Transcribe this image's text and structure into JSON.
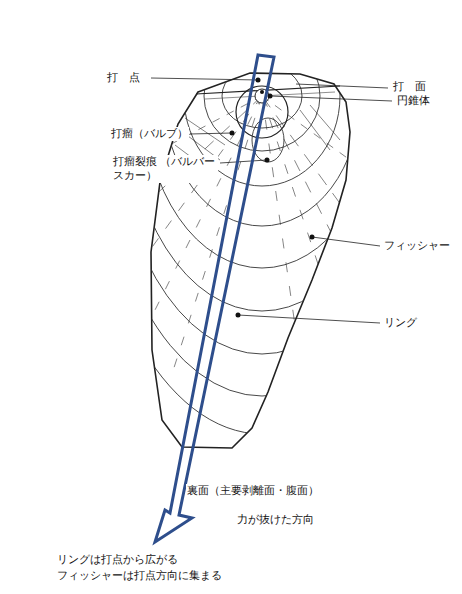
{
  "diagram": {
    "labels": [
      "打　点",
      "打　面",
      "円錐体",
      "打瘤（バルブ）",
      "打瘤裂痕 （バルバースカー）",
      "フィッシャー",
      "リング",
      "裏面（主要剥離面・腹面）",
      "力が抜けた方向",
      "リングは打点から広がる",
      "フィッシャーは打点方向に集まる"
    ]
  }
}
